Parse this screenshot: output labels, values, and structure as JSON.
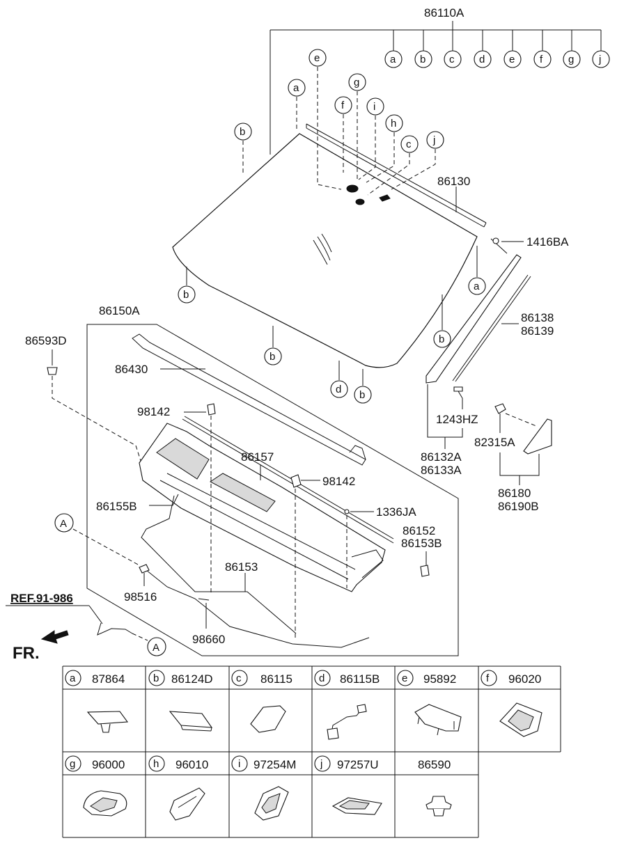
{
  "labels": {
    "assembly": "86110A",
    "glass_top_strip": "86130",
    "clip_1416": "1416BA",
    "moulding_right": "86138",
    "moulding_right_2": "86139",
    "screw": "1243HZ",
    "moulding_lower": "86132A",
    "moulding_lower_2": "86133A",
    "clip_82315": "82315A",
    "garnish": "86180",
    "garnish_2": "86190B",
    "cowl_panel": "86150A",
    "clip_86593": "86593D",
    "weatherstrip": "86430",
    "nozzle_1": "98142",
    "nozzle_2": "98142",
    "cowl_strip": "86157",
    "connector": "86155B",
    "clip_1336": "1336JA",
    "cover_1": "86152",
    "cover_2": "86153B",
    "hose": "86153",
    "valve": "98516",
    "hose_2": "98660",
    "ref": "REF.91-986",
    "front": "FR."
  },
  "callouts": {
    "top_row": [
      "a",
      "b",
      "c",
      "d",
      "e",
      "f",
      "g",
      "j"
    ],
    "glass_e": "e",
    "glass_a": "a",
    "glass_g": "g",
    "glass_f": "f",
    "glass_i": "i",
    "glass_h": "h",
    "glass_c": "c",
    "glass_j": "j",
    "glass_b_left": "b",
    "b_lower_left": "b",
    "b_lower_mid": "b",
    "b_lower_right": "b",
    "b_bottom": "b",
    "d_bottom": "d",
    "a_right": "a",
    "A_left": "A",
    "A_bottom": "A"
  },
  "parts_table": {
    "row1": [
      {
        "letter": "a",
        "part": "87864"
      },
      {
        "letter": "b",
        "part": "86124D"
      },
      {
        "letter": "c",
        "part": "86115"
      },
      {
        "letter": "d",
        "part": "86115B"
      },
      {
        "letter": "e",
        "part": "95892"
      },
      {
        "letter": "f",
        "part": "96020"
      }
    ],
    "row2": [
      {
        "letter": "g",
        "part": "96000"
      },
      {
        "letter": "h",
        "part": "96010"
      },
      {
        "letter": "i",
        "part": "97254M"
      },
      {
        "letter": "j",
        "part": "97257U"
      },
      {
        "letter": "",
        "part": "86590"
      }
    ]
  }
}
